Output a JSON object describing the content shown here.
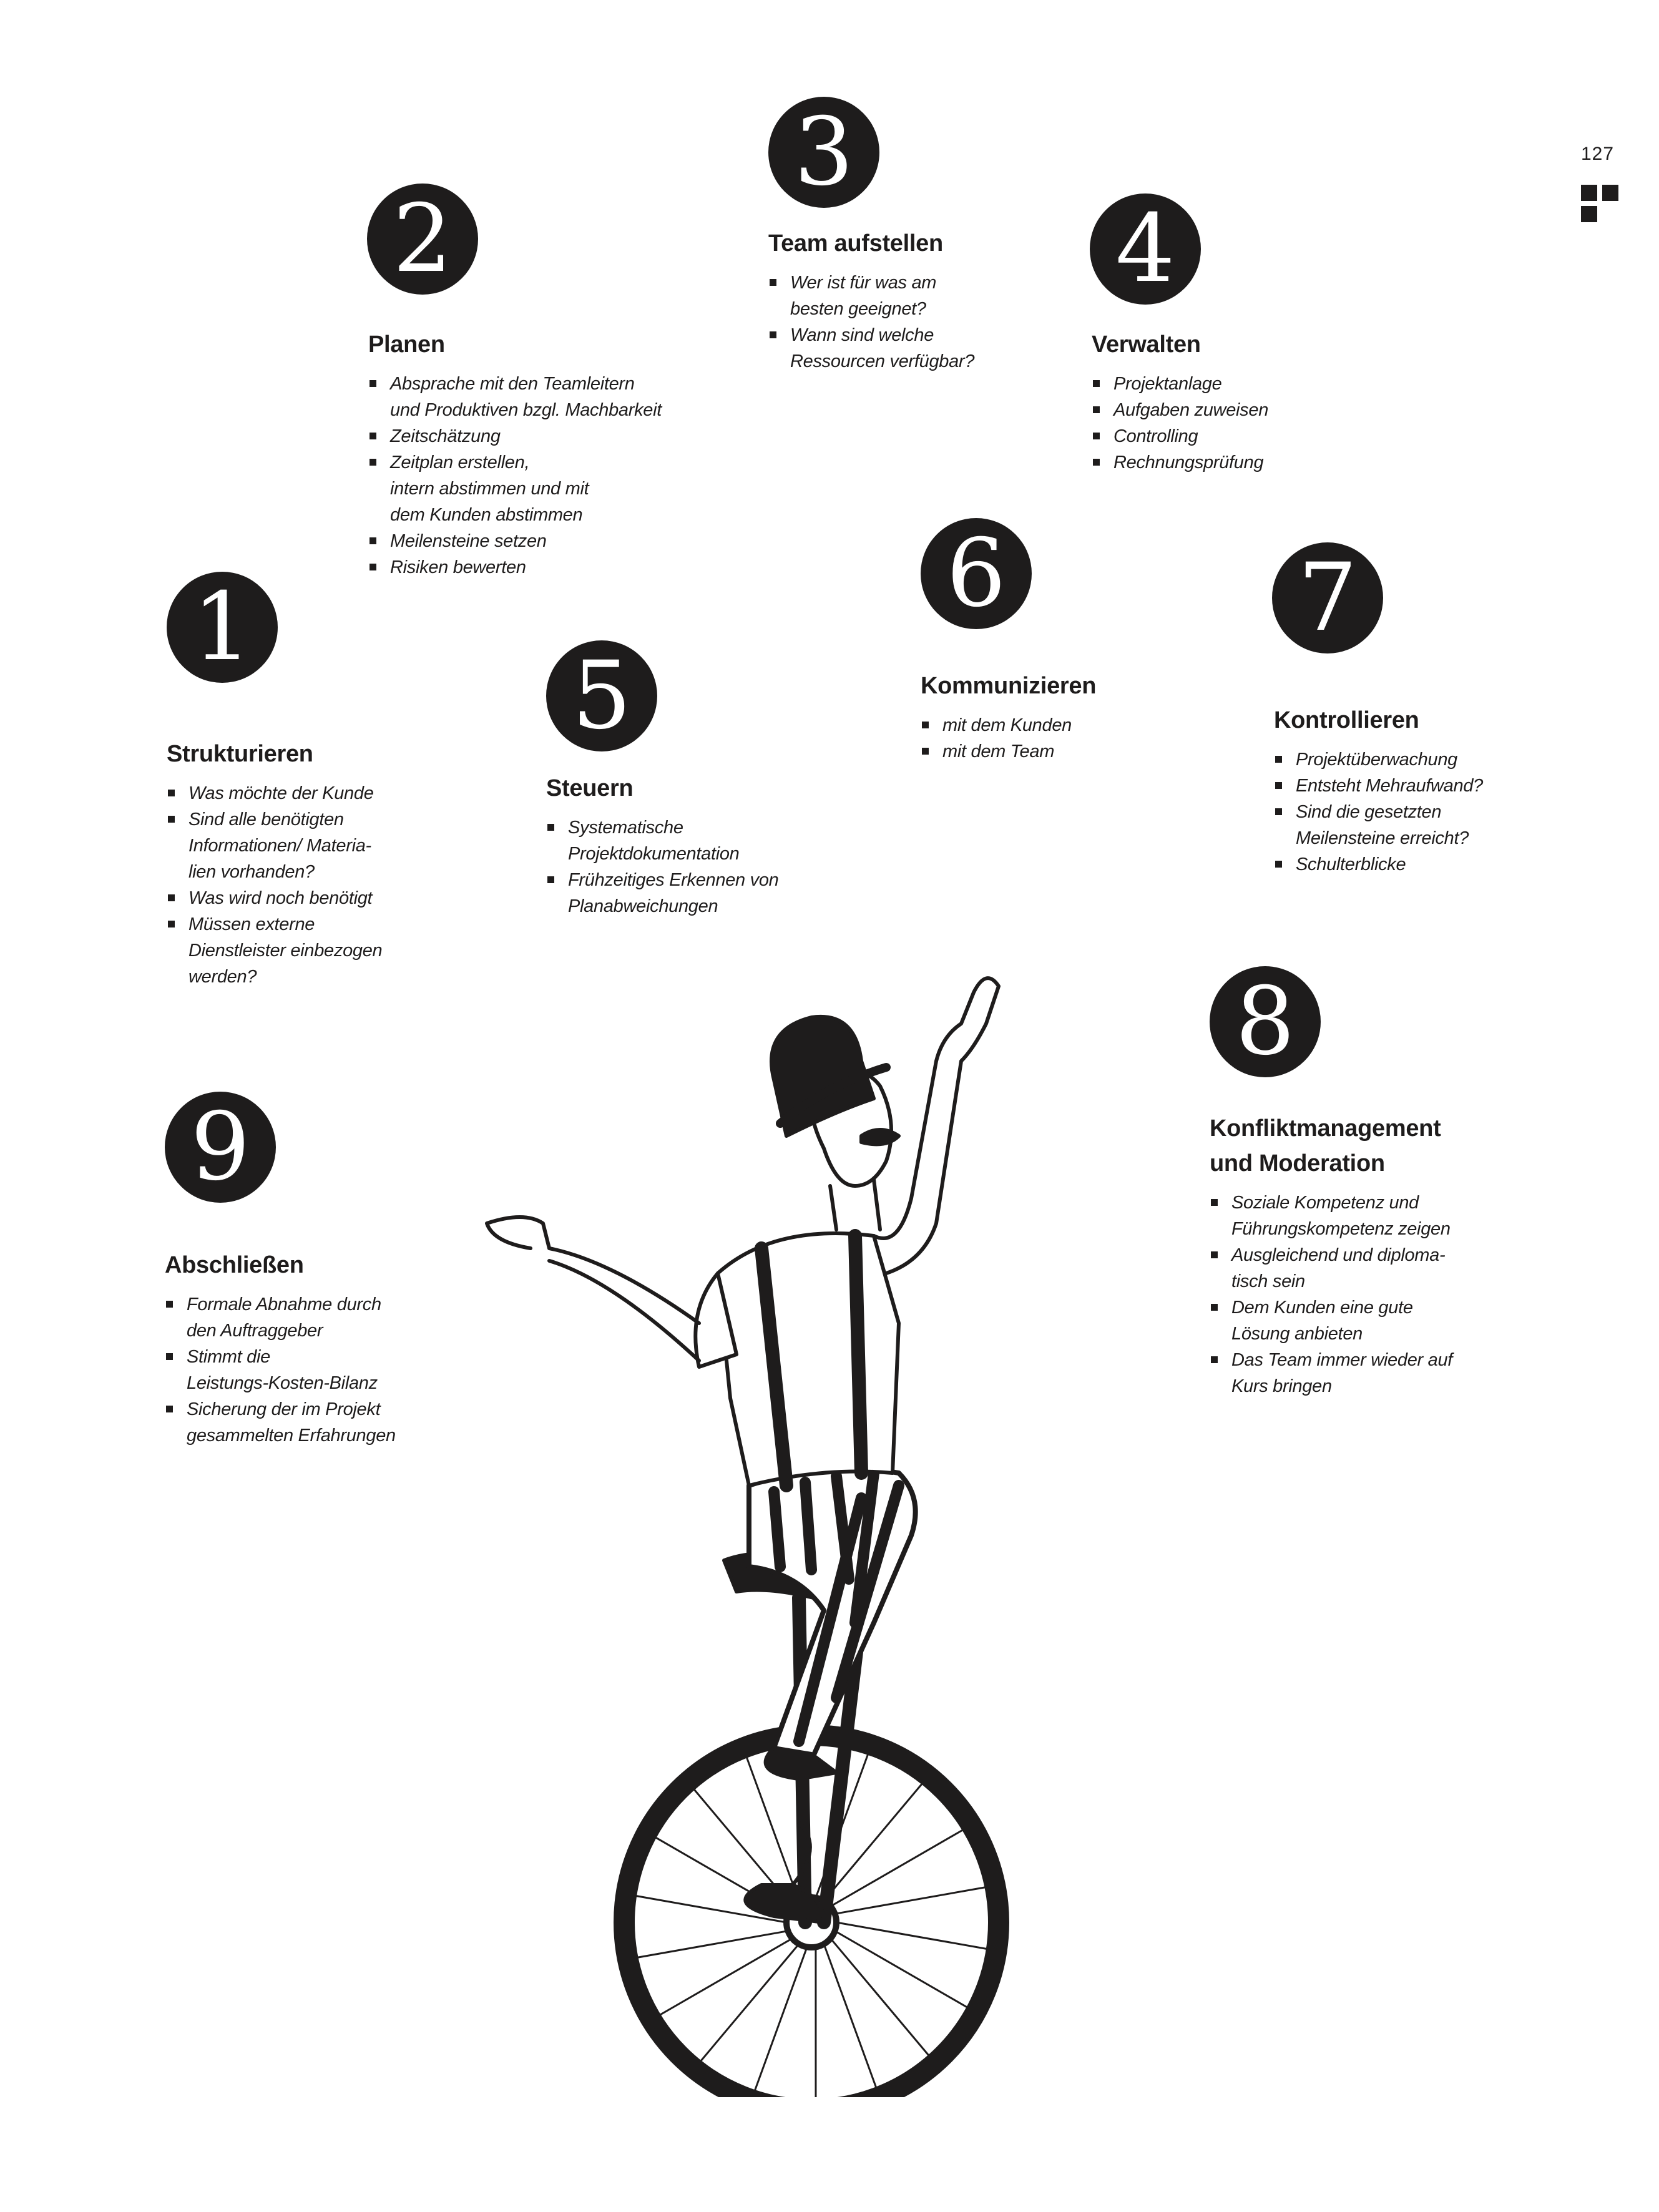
{
  "page_number": "127",
  "sections": [
    {
      "id": "s1",
      "number": "1",
      "title": [
        "Strukturieren"
      ],
      "items": [
        [
          "Was möchte der Kunde"
        ],
        [
          "Sind alle benötigten",
          "Informationen/ Materia-",
          "lien vorhanden?"
        ],
        [
          "Was wird noch benötigt"
        ],
        [
          "Müssen externe",
          "Dienstleister einbezogen",
          "werden?"
        ]
      ]
    },
    {
      "id": "s2",
      "number": "2",
      "title": [
        "Planen"
      ],
      "items": [
        [
          "Absprache mit den Teamleitern",
          "und Produktiven bzgl. Machbarkeit"
        ],
        [
          "Zeitschätzung"
        ],
        [
          "Zeitplan erstellen,",
          "intern abstimmen und mit",
          "dem Kunden abstimmen"
        ],
        [
          "Meilensteine setzen"
        ],
        [
          "Risiken bewerten"
        ]
      ]
    },
    {
      "id": "s3",
      "number": "3",
      "title": [
        "Team aufstellen"
      ],
      "items": [
        [
          "Wer ist für was am",
          "besten geeignet?"
        ],
        [
          "Wann sind welche",
          "Ressourcen verfügbar?"
        ]
      ]
    },
    {
      "id": "s4",
      "number": "4",
      "title": [
        "Verwalten"
      ],
      "items": [
        [
          "Projektanlage"
        ],
        [
          "Aufgaben zuweisen"
        ],
        [
          "Controlling"
        ],
        [
          "Rechnungsprüfung"
        ]
      ]
    },
    {
      "id": "s5",
      "number": "5",
      "title": [
        "Steuern"
      ],
      "items": [
        [
          "Systematische",
          "Projektdokumentation"
        ],
        [
          "Frühzeitiges Erkennen von",
          "Planabweichungen"
        ]
      ]
    },
    {
      "id": "s6",
      "number": "6",
      "title": [
        "Kommunizieren"
      ],
      "items": [
        [
          "mit dem Kunden"
        ],
        [
          "mit dem Team"
        ]
      ]
    },
    {
      "id": "s7",
      "number": "7",
      "title": [
        "Kontrollieren"
      ],
      "items": [
        [
          "Projektüberwachung"
        ],
        [
          "Entsteht Mehraufwand?"
        ],
        [
          "Sind die gesetzten",
          "Meilensteine erreicht?"
        ],
        [
          "Schulterblicke"
        ]
      ]
    },
    {
      "id": "s8",
      "number": "8",
      "title": [
        "Konfliktmanagement",
        "und Moderation"
      ],
      "items": [
        [
          "Soziale Kompetenz und",
          "Führungskompetenz zeigen"
        ],
        [
          "Ausgleichend und diploma-",
          "tisch sein"
        ],
        [
          "Dem Kunden eine gute",
          "Lösung anbieten"
        ],
        [
          "Das Team immer wieder auf",
          "Kurs bringen"
        ]
      ]
    },
    {
      "id": "s9",
      "number": "9",
      "title": [
        "Abschließen"
      ],
      "items": [
        [
          "Formale Abnahme durch",
          "den Auftraggeber"
        ],
        [
          "Stimmt die",
          "Leistungs-Kosten-Bilanz"
        ],
        [
          "Sicherung der im Projekt",
          "gesammelten Erfahrungen"
        ]
      ]
    }
  ]
}
